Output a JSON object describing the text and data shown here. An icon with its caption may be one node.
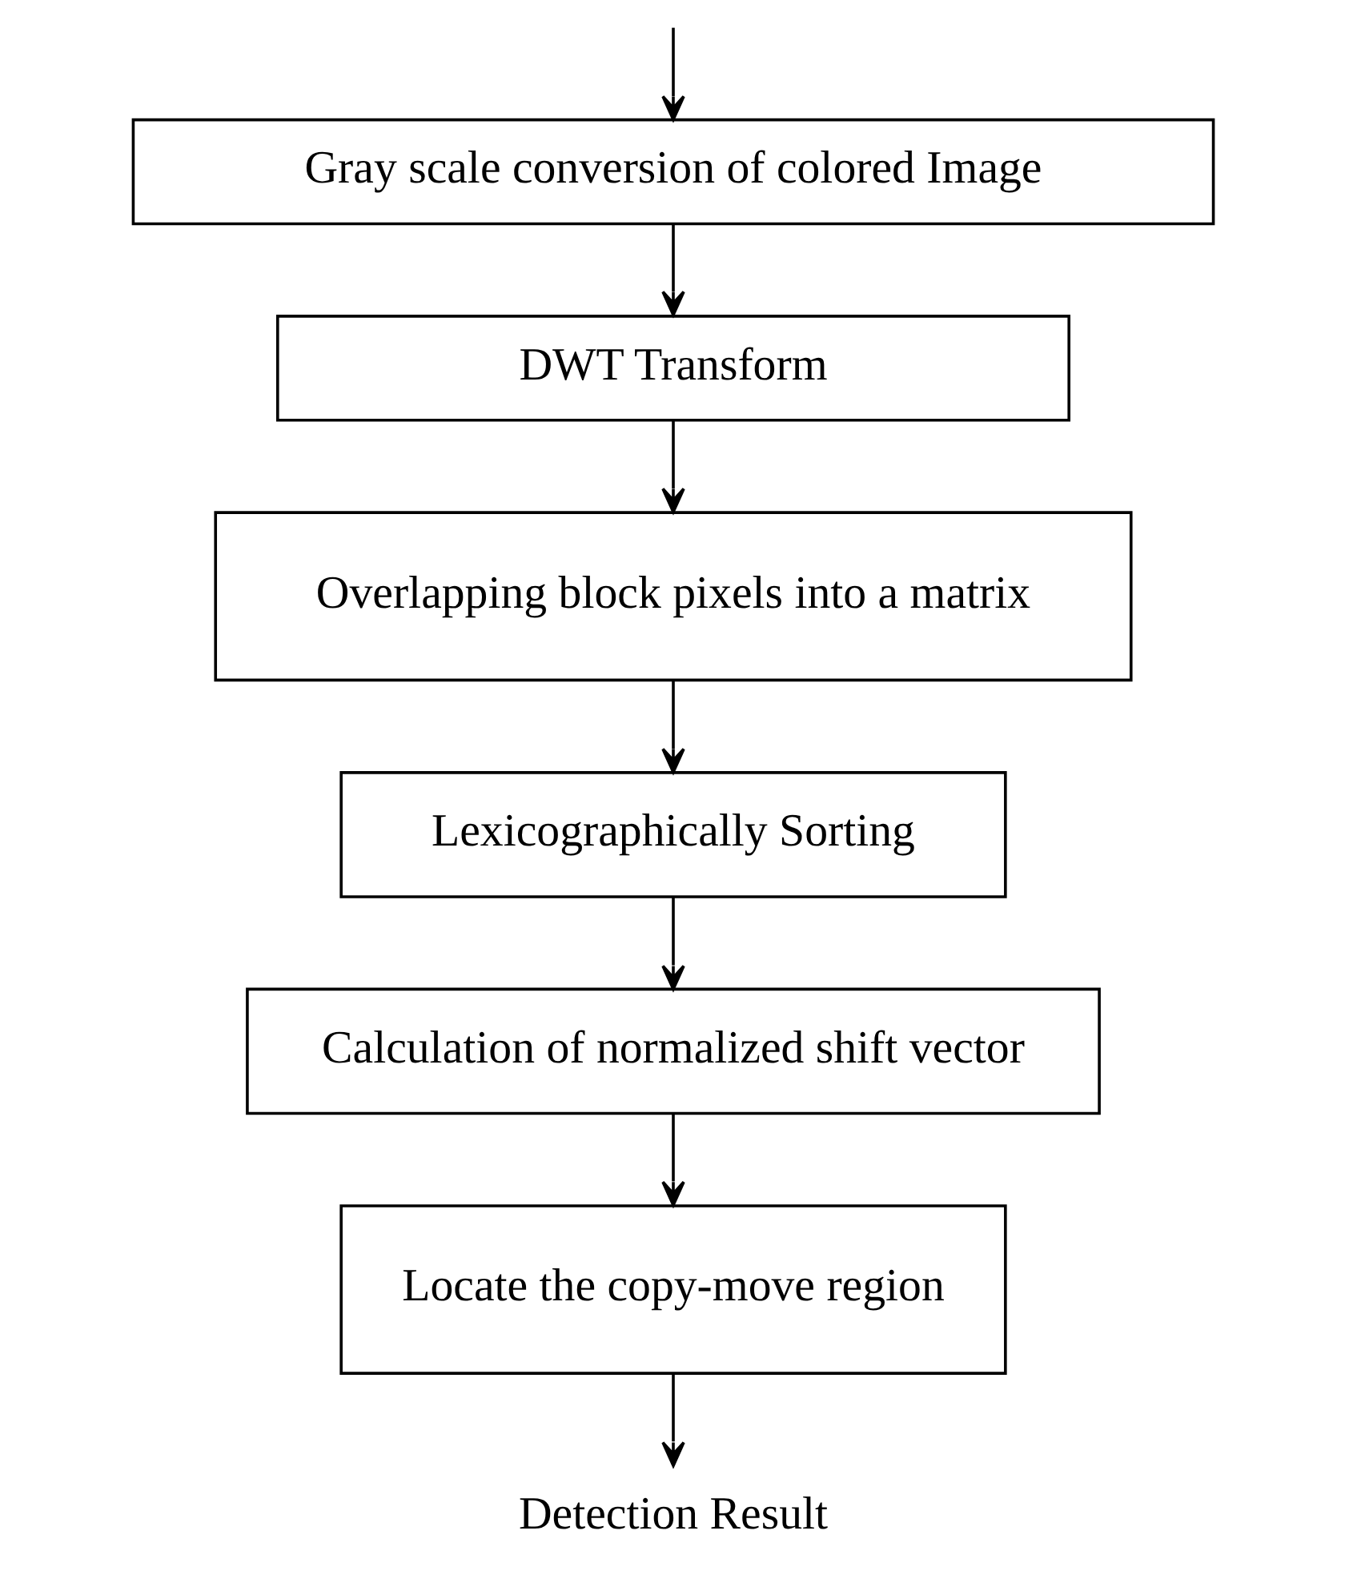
{
  "diagram": {
    "nodes": [
      {
        "text": [
          "Gray scale conversion of colored Image"
        ]
      },
      {
        "text": [
          "DWT Transform"
        ]
      },
      {
        "text": [
          "Overlapping block pixels into a matrix"
        ]
      },
      {
        "text": [
          "Lexicographically Sorting"
        ]
      },
      {
        "text": [
          "Calculation of normalized shift vector"
        ]
      },
      {
        "text": [
          "Locate the copy-move region"
        ]
      },
      {
        "text": [
          "Detection Result"
        ]
      }
    ],
    "edges": [
      {
        "from": null,
        "to": 0,
        "arrow": "to"
      },
      {
        "from": 0,
        "to": 1,
        "arrow": "to"
      },
      {
        "from": 1,
        "to": 2,
        "arrow": "to"
      },
      {
        "from": 2,
        "to": 3,
        "arrow": "to"
      },
      {
        "from": 3,
        "to": 4,
        "arrow": "to"
      },
      {
        "from": 4,
        "to": 5,
        "arrow": "to"
      },
      {
        "from": 5,
        "to": 6,
        "arrow": "to"
      }
    ]
  }
}
